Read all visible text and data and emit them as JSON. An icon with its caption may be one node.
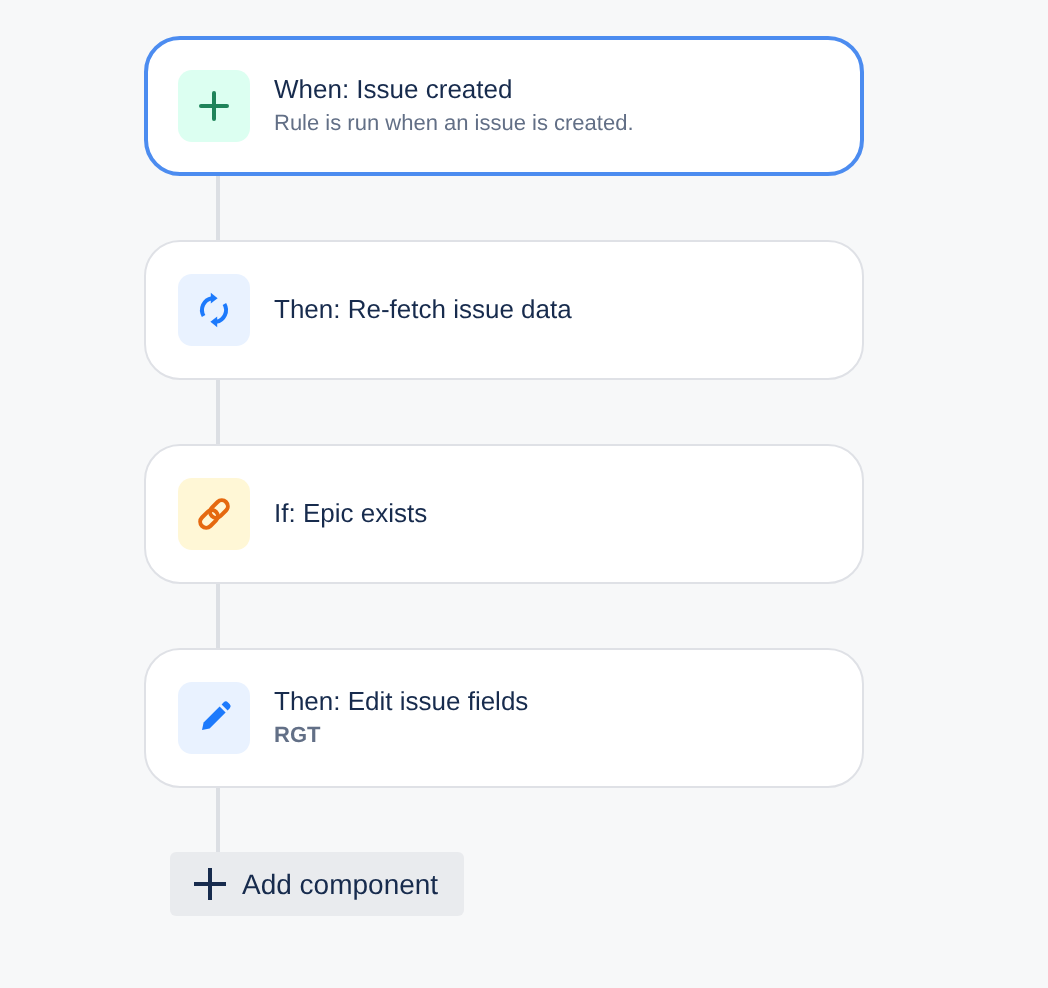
{
  "diagram": {
    "nodes": [
      {
        "text": [
          "When: Issue created",
          "Rule is run when an issue is created."
        ]
      },
      {
        "text": [
          "Then: Re-fetch issue data"
        ]
      },
      {
        "text": [
          "If: Epic exists"
        ]
      },
      {
        "text": [
          "Then: Edit issue fields",
          "RGT"
        ]
      },
      {
        "text": [
          "Add component"
        ]
      }
    ],
    "edges": [
      {
        "from": 0,
        "to": 1,
        "arrow": "none"
      },
      {
        "from": 1,
        "to": 2,
        "arrow": "none"
      },
      {
        "from": 2,
        "to": 3,
        "arrow": "none"
      },
      {
        "from": 3,
        "to": 4,
        "arrow": "none"
      }
    ]
  }
}
